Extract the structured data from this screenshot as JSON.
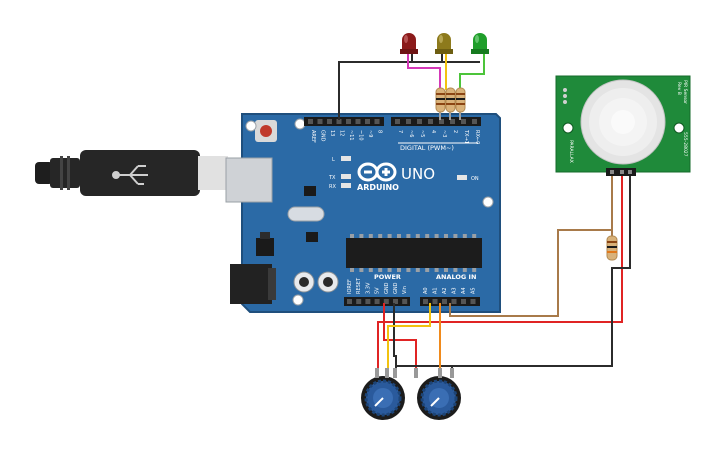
{
  "board": {
    "logo_text": "ARDUINO",
    "model": "UNO",
    "digital_header": "DIGITAL (PWM~)",
    "power_label": "POWER",
    "analog_label": "ANALOG IN",
    "on_label": "ON",
    "l_label": "L",
    "tx_label": "TX",
    "rx_label": "RX",
    "top_pins": [
      "AREF",
      "GND",
      "13",
      "12",
      "~11",
      "~10",
      "~9",
      "8",
      "7",
      "~6",
      "~5",
      "4",
      "~3",
      "2",
      "TX→1",
      "RX←0"
    ],
    "power_pins": [
      "IOREF",
      "RESET",
      "3.3V",
      "5V",
      "GND",
      "GND",
      "Vin"
    ],
    "analog_pins": [
      "A0",
      "A1",
      "A2",
      "A3",
      "A4",
      "A5"
    ]
  },
  "pir": {
    "label_top": "PIR Sensor",
    "label_rev": "Rev B",
    "label_part": "555-28027",
    "label_brand": "PARALLAX"
  },
  "colors": {
    "board": "#2b6aa6",
    "board_edge": "#1f4f7d",
    "led_red": "#8b1a1a",
    "led_yellow": "#8d7a1c",
    "led_green": "#1f9e2a",
    "pir_board": "#1f8a3a",
    "wire_black": "#2b2b2b",
    "wire_red": "#e02424",
    "wire_yellow": "#f2c20f",
    "wire_orange": "#f08a1c",
    "wire_brown": "#a87a4a",
    "wire_magenta": "#d438b8",
    "wire_green": "#4cc43a",
    "pot_body": "#2a5a9c"
  }
}
